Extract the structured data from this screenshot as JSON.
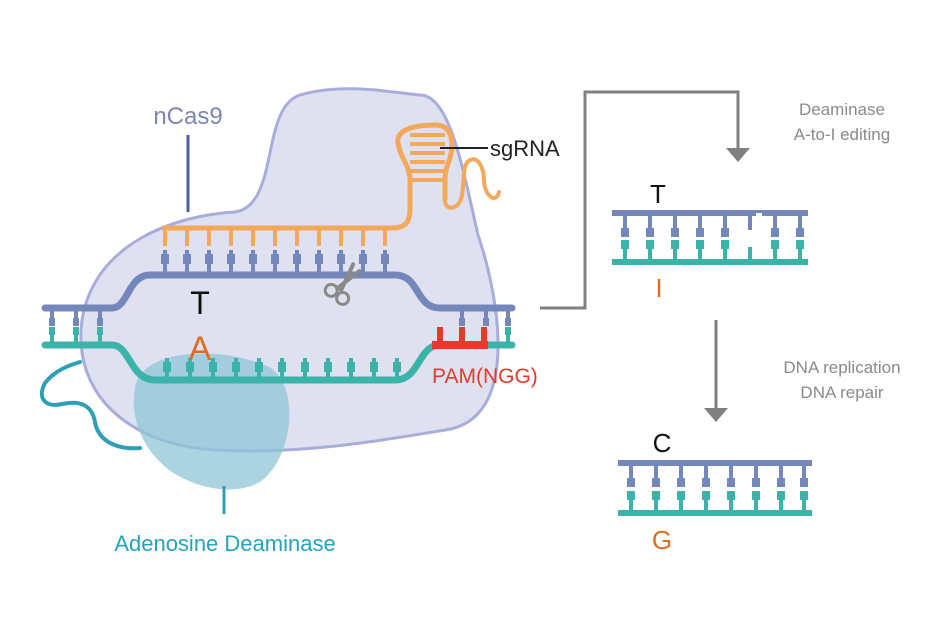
{
  "labels": {
    "ncas9": "nCas9",
    "sgrna": "sgRNA",
    "target_T": "T",
    "target_A": "A",
    "pam": "PAM(NGG)",
    "adenosine_deaminase": "Adenosine Deaminase",
    "step1_line1": "Deaminase",
    "step1_line2": "A-to-I editing",
    "step1_top_base": "T",
    "step1_bottom_base": "I",
    "step2_line1": "DNA replication",
    "step2_line2": "DNA repair",
    "step2_top_base": "C",
    "step2_bottom_base": "G"
  },
  "colors": {
    "cas9_fill": "#d9dcef",
    "cas9_stroke": "#a8addb",
    "deaminase_fill": "#9fcfdb",
    "dna_top": "#7487bb",
    "dna_bottom": "#3bb3a9",
    "rna": "#f3a85a",
    "pam": "#e23b2b",
    "highlight_text": "#e06d1e",
    "ncas9_text": "#7c86b0",
    "deaminase_text": "#25a3be",
    "arrow": "#808080",
    "caption_text": "#8a8a8a",
    "dark_text": "#222222"
  }
}
